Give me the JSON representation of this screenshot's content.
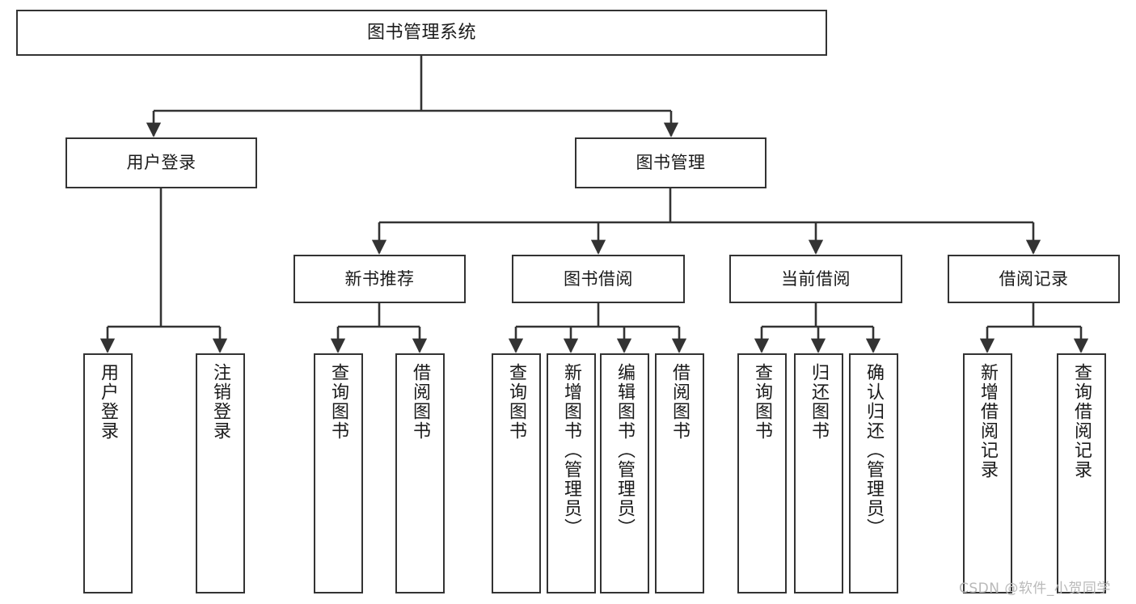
{
  "diagram": {
    "title": "图书管理系统",
    "type": "function-structure-tree",
    "watermark": "CSDN @软件_小贺同学",
    "colors": {
      "background": "#ffffff",
      "node_border": "#333333",
      "node_fill": "#ffffff",
      "text": "#1a1a1a",
      "edge": "#333333",
      "watermark": "#b9b9b9"
    },
    "nodes": {
      "root": {
        "label": "图书管理系统",
        "level": 0
      },
      "level1": [
        {
          "id": "user-login",
          "label": "用户登录"
        },
        {
          "id": "book-management",
          "label": "图书管理"
        }
      ],
      "level2": [
        {
          "id": "new-book-recommend",
          "label": "新书推荐",
          "parent": "book-management"
        },
        {
          "id": "book-borrow",
          "label": "图书借阅",
          "parent": "book-management"
        },
        {
          "id": "current-borrow",
          "label": "当前借阅",
          "parent": "book-management"
        },
        {
          "id": "borrow-record",
          "label": "借阅记录",
          "parent": "book-management"
        }
      ],
      "leaves": [
        {
          "id": "leaf-user-login",
          "label": "用户登录",
          "parent": "user-login"
        },
        {
          "id": "leaf-logout-login",
          "label": "注销登录",
          "parent": "user-login"
        },
        {
          "id": "leaf-query-book-1",
          "label": "查询图书",
          "parent": "new-book-recommend"
        },
        {
          "id": "leaf-borrow-book-1",
          "label": "借阅图书",
          "parent": "new-book-recommend"
        },
        {
          "id": "leaf-query-book-2",
          "label": "查询图书",
          "parent": "book-borrow"
        },
        {
          "id": "leaf-add-book",
          "label": "新增图书（管理员）",
          "parent": "book-borrow"
        },
        {
          "id": "leaf-edit-book",
          "label": "编辑图书（管理员）",
          "parent": "book-borrow"
        },
        {
          "id": "leaf-borrow-book-2",
          "label": "借阅图书",
          "parent": "book-borrow"
        },
        {
          "id": "leaf-query-book-3",
          "label": "查询图书",
          "parent": "current-borrow"
        },
        {
          "id": "leaf-return-book",
          "label": "归还图书",
          "parent": "current-borrow"
        },
        {
          "id": "leaf-confirm-return",
          "label": "确认归还（管理员）",
          "parent": "current-borrow"
        },
        {
          "id": "leaf-add-record",
          "label": "新增借阅记录",
          "parent": "borrow-record"
        },
        {
          "id": "leaf-query-record",
          "label": "查询借阅记录",
          "parent": "borrow-record"
        }
      ]
    }
  }
}
